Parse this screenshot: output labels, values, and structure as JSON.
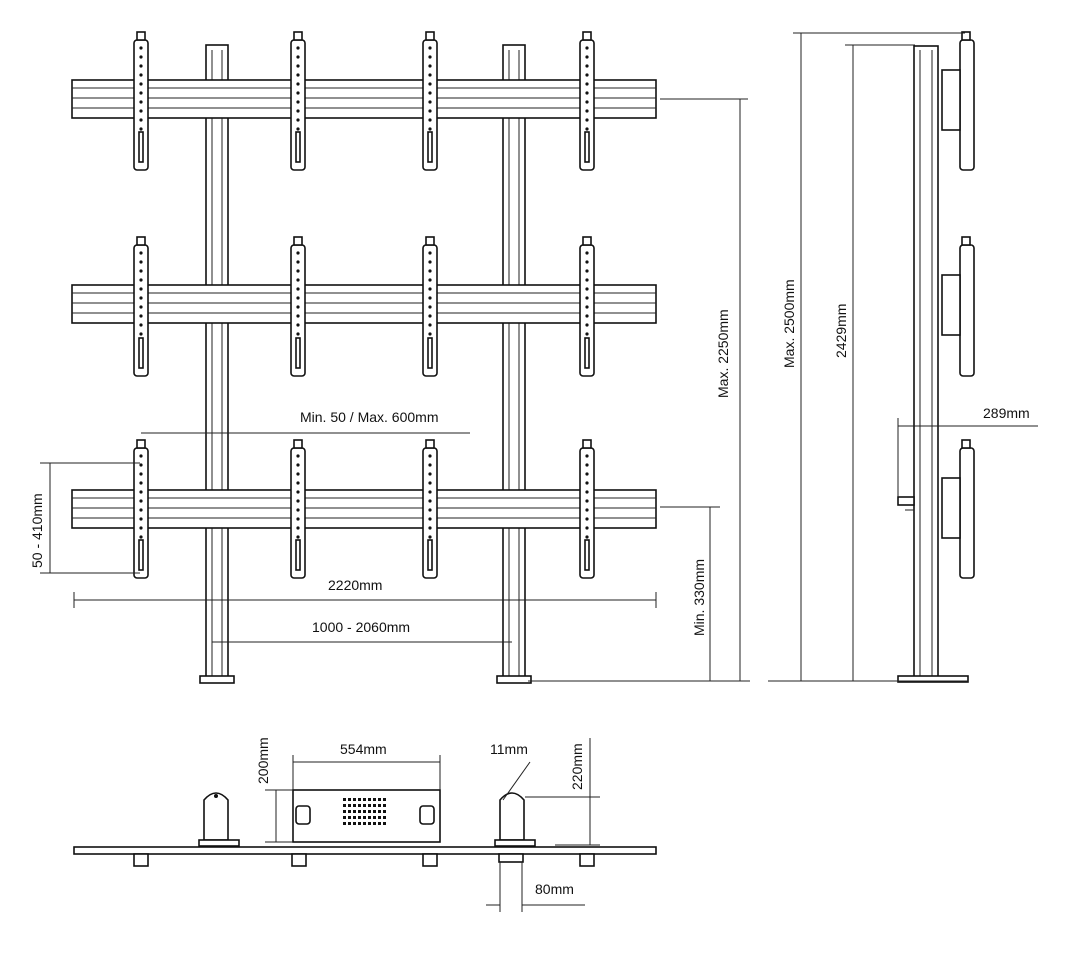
{
  "dimensions": {
    "spacing": "Min. 50 / Max. 600mm",
    "vertical_range": "50 - 410mm",
    "total_width": "2220mm",
    "pole_spacing": "1000 - 2060mm",
    "min_height": "Min. 330mm",
    "max_height_2250": "Max. 2250mm",
    "max_height_2500": "Max. 2500mm",
    "pole_height": "2429mm",
    "side_depth": "289mm",
    "base_width": "554mm",
    "base_height_200": "200mm",
    "foot_11": "11mm",
    "foot_220": "220mm",
    "foot_80": "80mm"
  }
}
